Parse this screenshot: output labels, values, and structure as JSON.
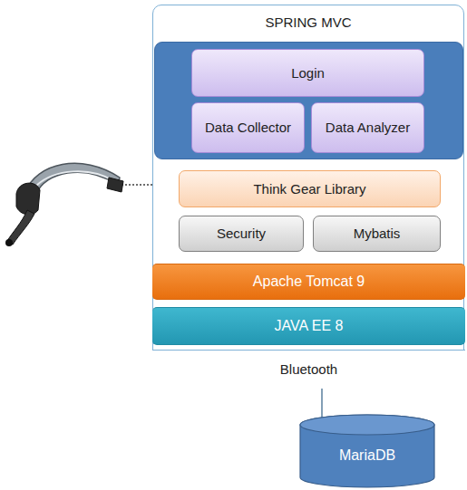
{
  "diagram": {
    "nodes": [
      {
        "text": [
          "SPRING MVC"
        ]
      },
      {
        "text": [
          "Login"
        ],
        "in": 0
      },
      {
        "text": [
          "Data Collector"
        ],
        "in": 0
      },
      {
        "text": [
          "Data Analyzer"
        ],
        "in": 0
      },
      {
        "text": [
          "Think Gear Library"
        ],
        "in": 0
      },
      {
        "text": [
          "Security"
        ],
        "in": 0
      },
      {
        "text": [
          "Mybatis"
        ],
        "in": 0
      },
      {
        "text": [
          "Apache Tomcat 9"
        ],
        "in": 0
      },
      {
        "text": [
          "JAVA EE 8"
        ],
        "in": 0
      },
      {
        "text": [
          "Bluetooth"
        ],
        "in": 0
      },
      {
        "text": [
          "MariaDB"
        ]
      }
    ],
    "edges": [
      {
        "from": 9,
        "to": 10,
        "arrow": "none"
      }
    ]
  }
}
